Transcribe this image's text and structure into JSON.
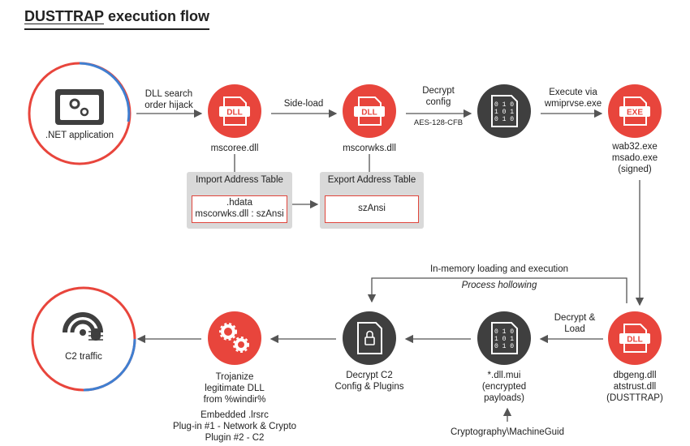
{
  "title": {
    "brand": "DUSTTRAP",
    "rest": " execution flow"
  },
  "colors": {
    "accent_red": "#e8453c",
    "dark_gray": "#3f3f3f",
    "box_gray": "#d9d9d9",
    "ring_blue": "#3f7fd1"
  },
  "nodes": {
    "net_app": {
      "label": ".NET application",
      "icon": "gears-window-icon"
    },
    "mscoree": {
      "label": "mscoree.dll",
      "icon_text": "DLL"
    },
    "mscorwks": {
      "label": "mscorwks.dll",
      "icon_text": "DLL"
    },
    "decrypt_config": {
      "icon": "binary-file-icon"
    },
    "wab32": {
      "label": "wab32.exe\nmsado.exe\n(signed)",
      "icon_text": "EXE"
    },
    "dbgeng": {
      "label": "dbgeng.dll\natstrust.dll\n(DUSTTRAP)",
      "icon_text": "DLL"
    },
    "dll_mui": {
      "label": "*.dll.mui\n(encrypted\npayloads)",
      "icon": "binary-file-icon"
    },
    "decrypt_c2": {
      "label": "Decrypt C2\nConfig & Plugins",
      "icon": "locked-file-icon"
    },
    "trojanize": {
      "label": "Trojanize\nlegitimate DLL\nfrom %windir%",
      "icon": "gears-icon"
    },
    "c2": {
      "label": "C2 traffic",
      "icon": "signal-bug-icon"
    }
  },
  "edges": {
    "dll_search": "DLL search\norder hijack",
    "side_load": "Side-load",
    "decrypt_config": "Decrypt\nconfig",
    "aes": "AES-128-CFB",
    "execute_via": "Execute via\nwmiprvse.exe",
    "in_memory": "In-memory loading and execution",
    "process_hollowing": "Process hollowing",
    "decrypt_load": "Decrypt &\nLoad",
    "machine_guid": "Cryptography\\MachineGuid"
  },
  "tables": {
    "import": {
      "title": "Import Address Table",
      "content": ".hdata\nmscorwks.dll : szAnsi"
    },
    "export": {
      "title": "Export Address Table",
      "content": "szAnsi"
    }
  },
  "embedded_note": "Embedded .lrsrc\nPlug-in #1 - Network & Crypto\nPlugin #2 - C2"
}
